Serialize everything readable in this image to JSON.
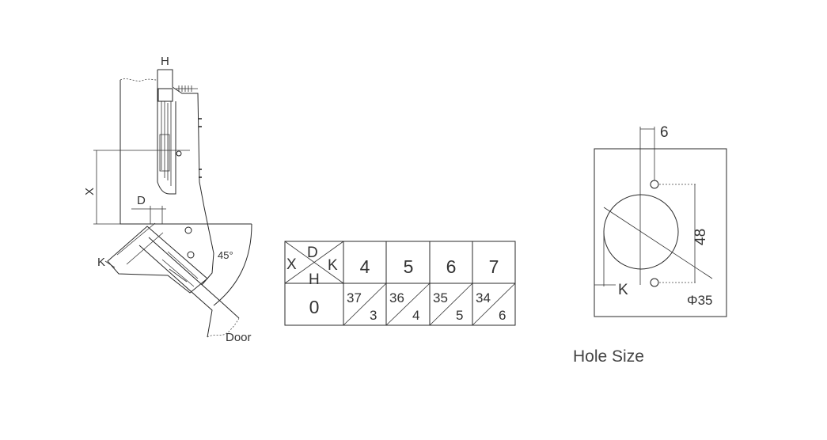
{
  "hinge": {
    "label_h": "H",
    "label_x": "X",
    "label_d": "D",
    "label_k": "K",
    "angle_label": "45°",
    "door_label": "Door"
  },
  "table": {
    "header_corner": {
      "x": "X",
      "d": "D",
      "k": "K",
      "h": "H"
    },
    "columns": [
      "4",
      "5",
      "6",
      "7"
    ],
    "row_label": "0",
    "cells": [
      {
        "top": "37",
        "bottom": "3"
      },
      {
        "top": "36",
        "bottom": "4"
      },
      {
        "top": "35",
        "bottom": "5"
      },
      {
        "top": "34",
        "bottom": "6"
      }
    ]
  },
  "hole": {
    "dim_top": "6",
    "dim_side": "48",
    "label_k": "K",
    "diameter": "Φ35",
    "caption": "Hole Size"
  }
}
